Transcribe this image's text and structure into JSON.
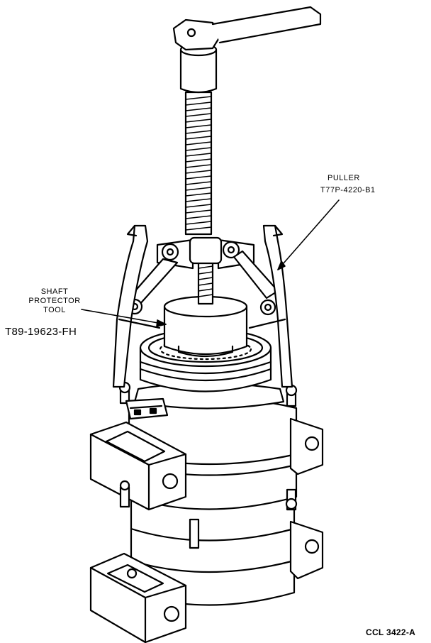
{
  "labels": {
    "puller": {
      "line1": "PULLER",
      "line2": "T77P-4220-B1"
    },
    "shaft_protector": {
      "line1": "SHAFT",
      "line2": "PROTECTOR",
      "line3": "TOOL",
      "part_number": "T89-19623-FH"
    },
    "figure_code": "CCL 3422-A"
  }
}
